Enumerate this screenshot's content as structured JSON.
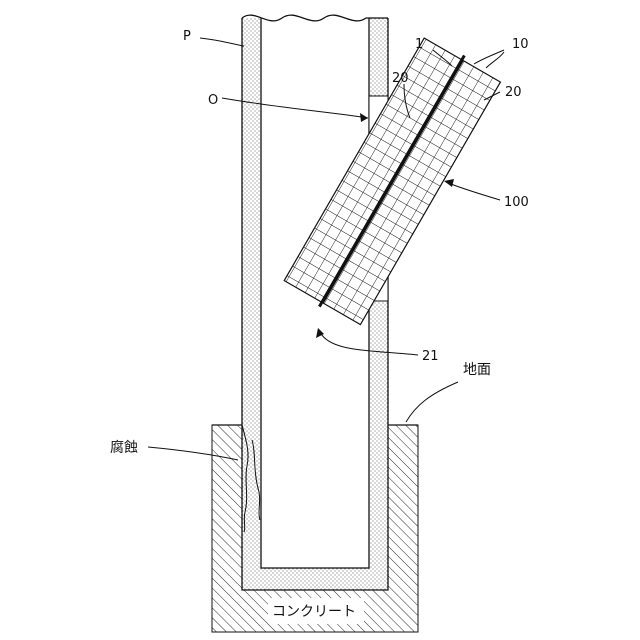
{
  "labels": {
    "pole": "P",
    "opening": "O",
    "member": "1",
    "layer_top": "10",
    "layer_left": "20",
    "layer_right": "20",
    "assembly": "100",
    "bottom_end": "21",
    "ground_surface": "地面",
    "corrosion": "腐蝕",
    "concrete": "コンクリート"
  }
}
